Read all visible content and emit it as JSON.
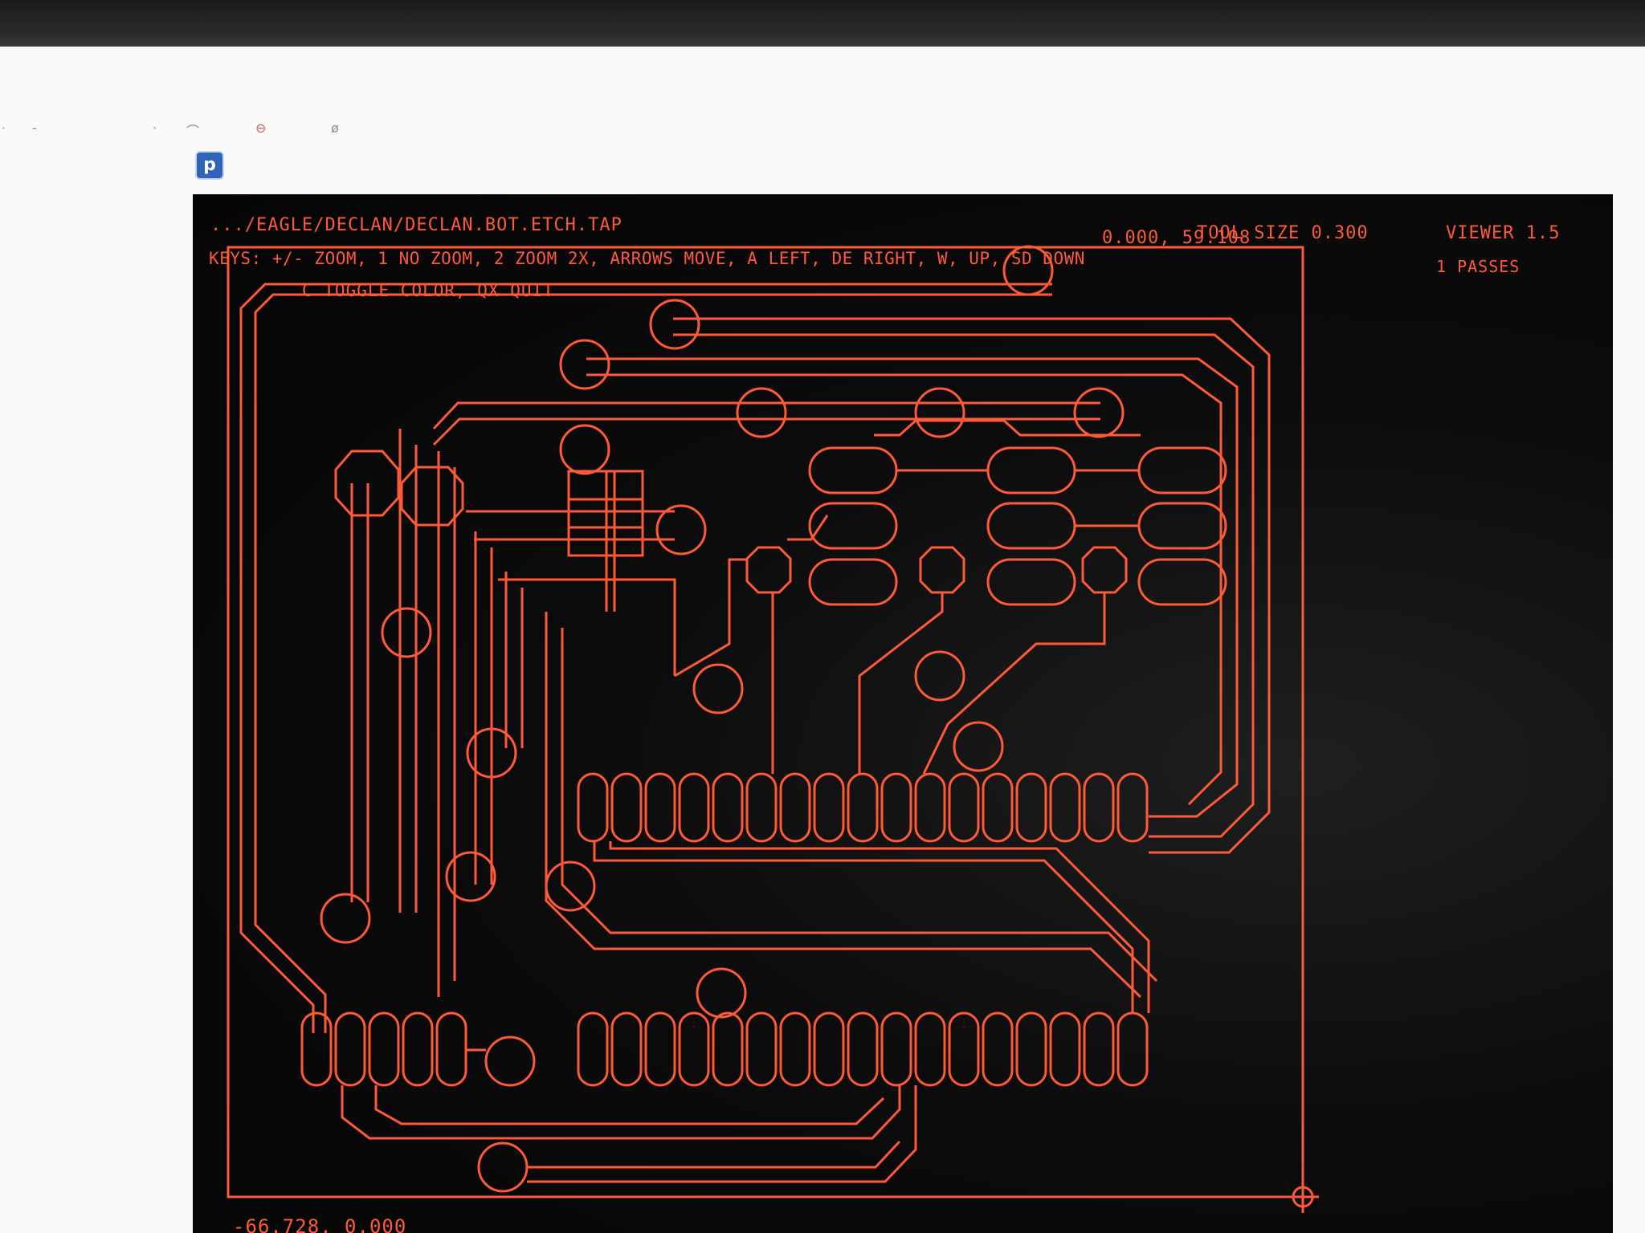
{
  "viewer": {
    "file_path": ".../eagle/Declan/Declan.bot.etch.tap",
    "cursor_top": "0.000, 59.108",
    "tool_size": "Tool Size 0.300",
    "version": "Viewer 1.5",
    "keys_line1": "Keys: +/- zoom, 1 no zoom, 2 zoom 2x, arrows move, A left, DE right, W, up, SD down",
    "keys_line2": "C toggle color, QX quit",
    "passes": "1 passes",
    "cursor_bottom": "-66.728, 0.000"
  },
  "colors": {
    "trace": "#ff5a38",
    "background": "#0a0a0a"
  },
  "icons": {
    "app": "p-app-icon",
    "origin": "crosshair-icon"
  }
}
